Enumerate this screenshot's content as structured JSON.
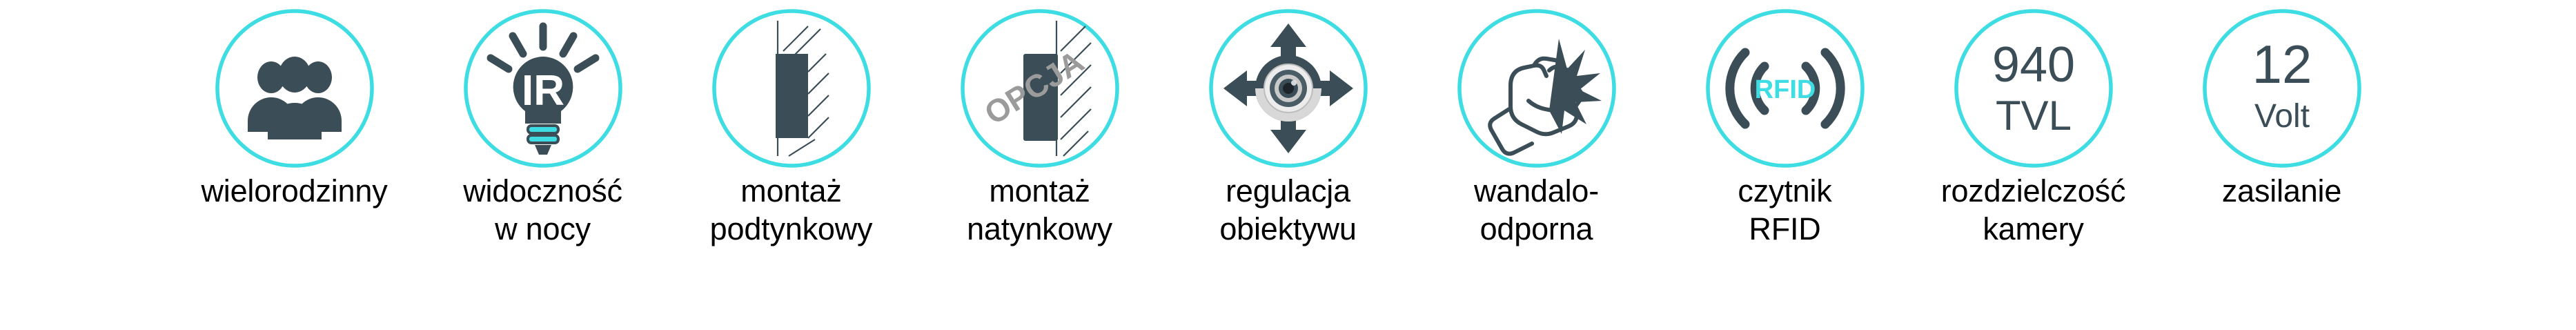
{
  "theme": {
    "accent": "#3DDDE3",
    "icon_dark": "#3B4D56",
    "muted_gray": "#9B9B9B",
    "label_color": "#000000",
    "background": "#FFFFFF"
  },
  "badges": [
    {
      "icon_name": "people-group-icon",
      "icon_text": "",
      "label_line1": "wielorodzinny",
      "label_line2": ""
    },
    {
      "icon_name": "ir-lightbulb-icon",
      "icon_text": "IR",
      "label_line1": "widoczność",
      "label_line2": "w nocy"
    },
    {
      "icon_name": "flush-mount-wall-icon",
      "icon_text": "",
      "label_line1": "montaż",
      "label_line2": "podtynkowy"
    },
    {
      "icon_name": "surface-mount-wall-icon",
      "icon_text": "OPCJA",
      "label_line1": "montaż",
      "label_line2": "natynkowy"
    },
    {
      "icon_name": "lens-adjust-arrows-icon",
      "icon_text": "",
      "label_line1": "regulacja",
      "label_line2": "obiektywu"
    },
    {
      "icon_name": "vandal-proof-fist-icon",
      "icon_text": "",
      "label_line1": "wandalo-",
      "label_line2": "odporna"
    },
    {
      "icon_name": "rfid-waves-icon",
      "icon_text": "RFID",
      "label_line1": "czytnik",
      "label_line2": "RFID"
    },
    {
      "icon_name": "tvl-resolution-icon",
      "icon_text": "940",
      "icon_text2": "TVL",
      "label_line1": "rozdzielczość",
      "label_line2": "kamery"
    },
    {
      "icon_name": "voltage-icon",
      "icon_text": "12",
      "icon_text2": "Volt",
      "label_line1": "zasilanie",
      "label_line2": ""
    }
  ]
}
